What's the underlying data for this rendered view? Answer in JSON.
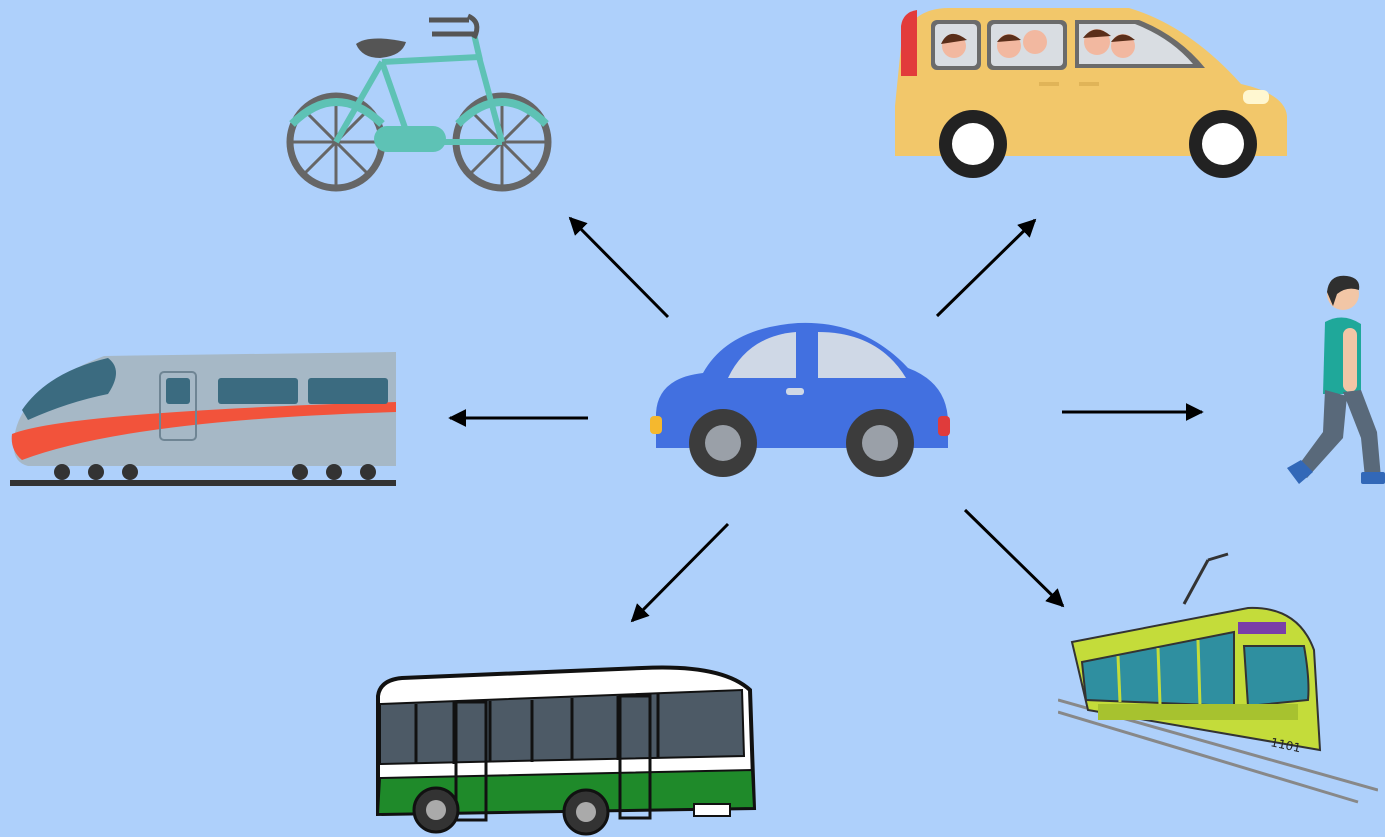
{
  "diagram": {
    "background_color": "#aed0fb",
    "arrow_color": "#000000",
    "center": {
      "icon": "car-icon",
      "color": "#4270e0"
    },
    "targets": [
      {
        "id": "bicycle",
        "icon": "bicycle-icon"
      },
      {
        "id": "van",
        "icon": "van-icon"
      },
      {
        "id": "train",
        "icon": "high-speed-train-icon"
      },
      {
        "id": "pedestrian",
        "icon": "walking-person-icon"
      },
      {
        "id": "bus",
        "icon": "bus-icon"
      },
      {
        "id": "tram",
        "icon": "tram-icon"
      }
    ],
    "texts": {
      "tram_number": "1101"
    }
  }
}
